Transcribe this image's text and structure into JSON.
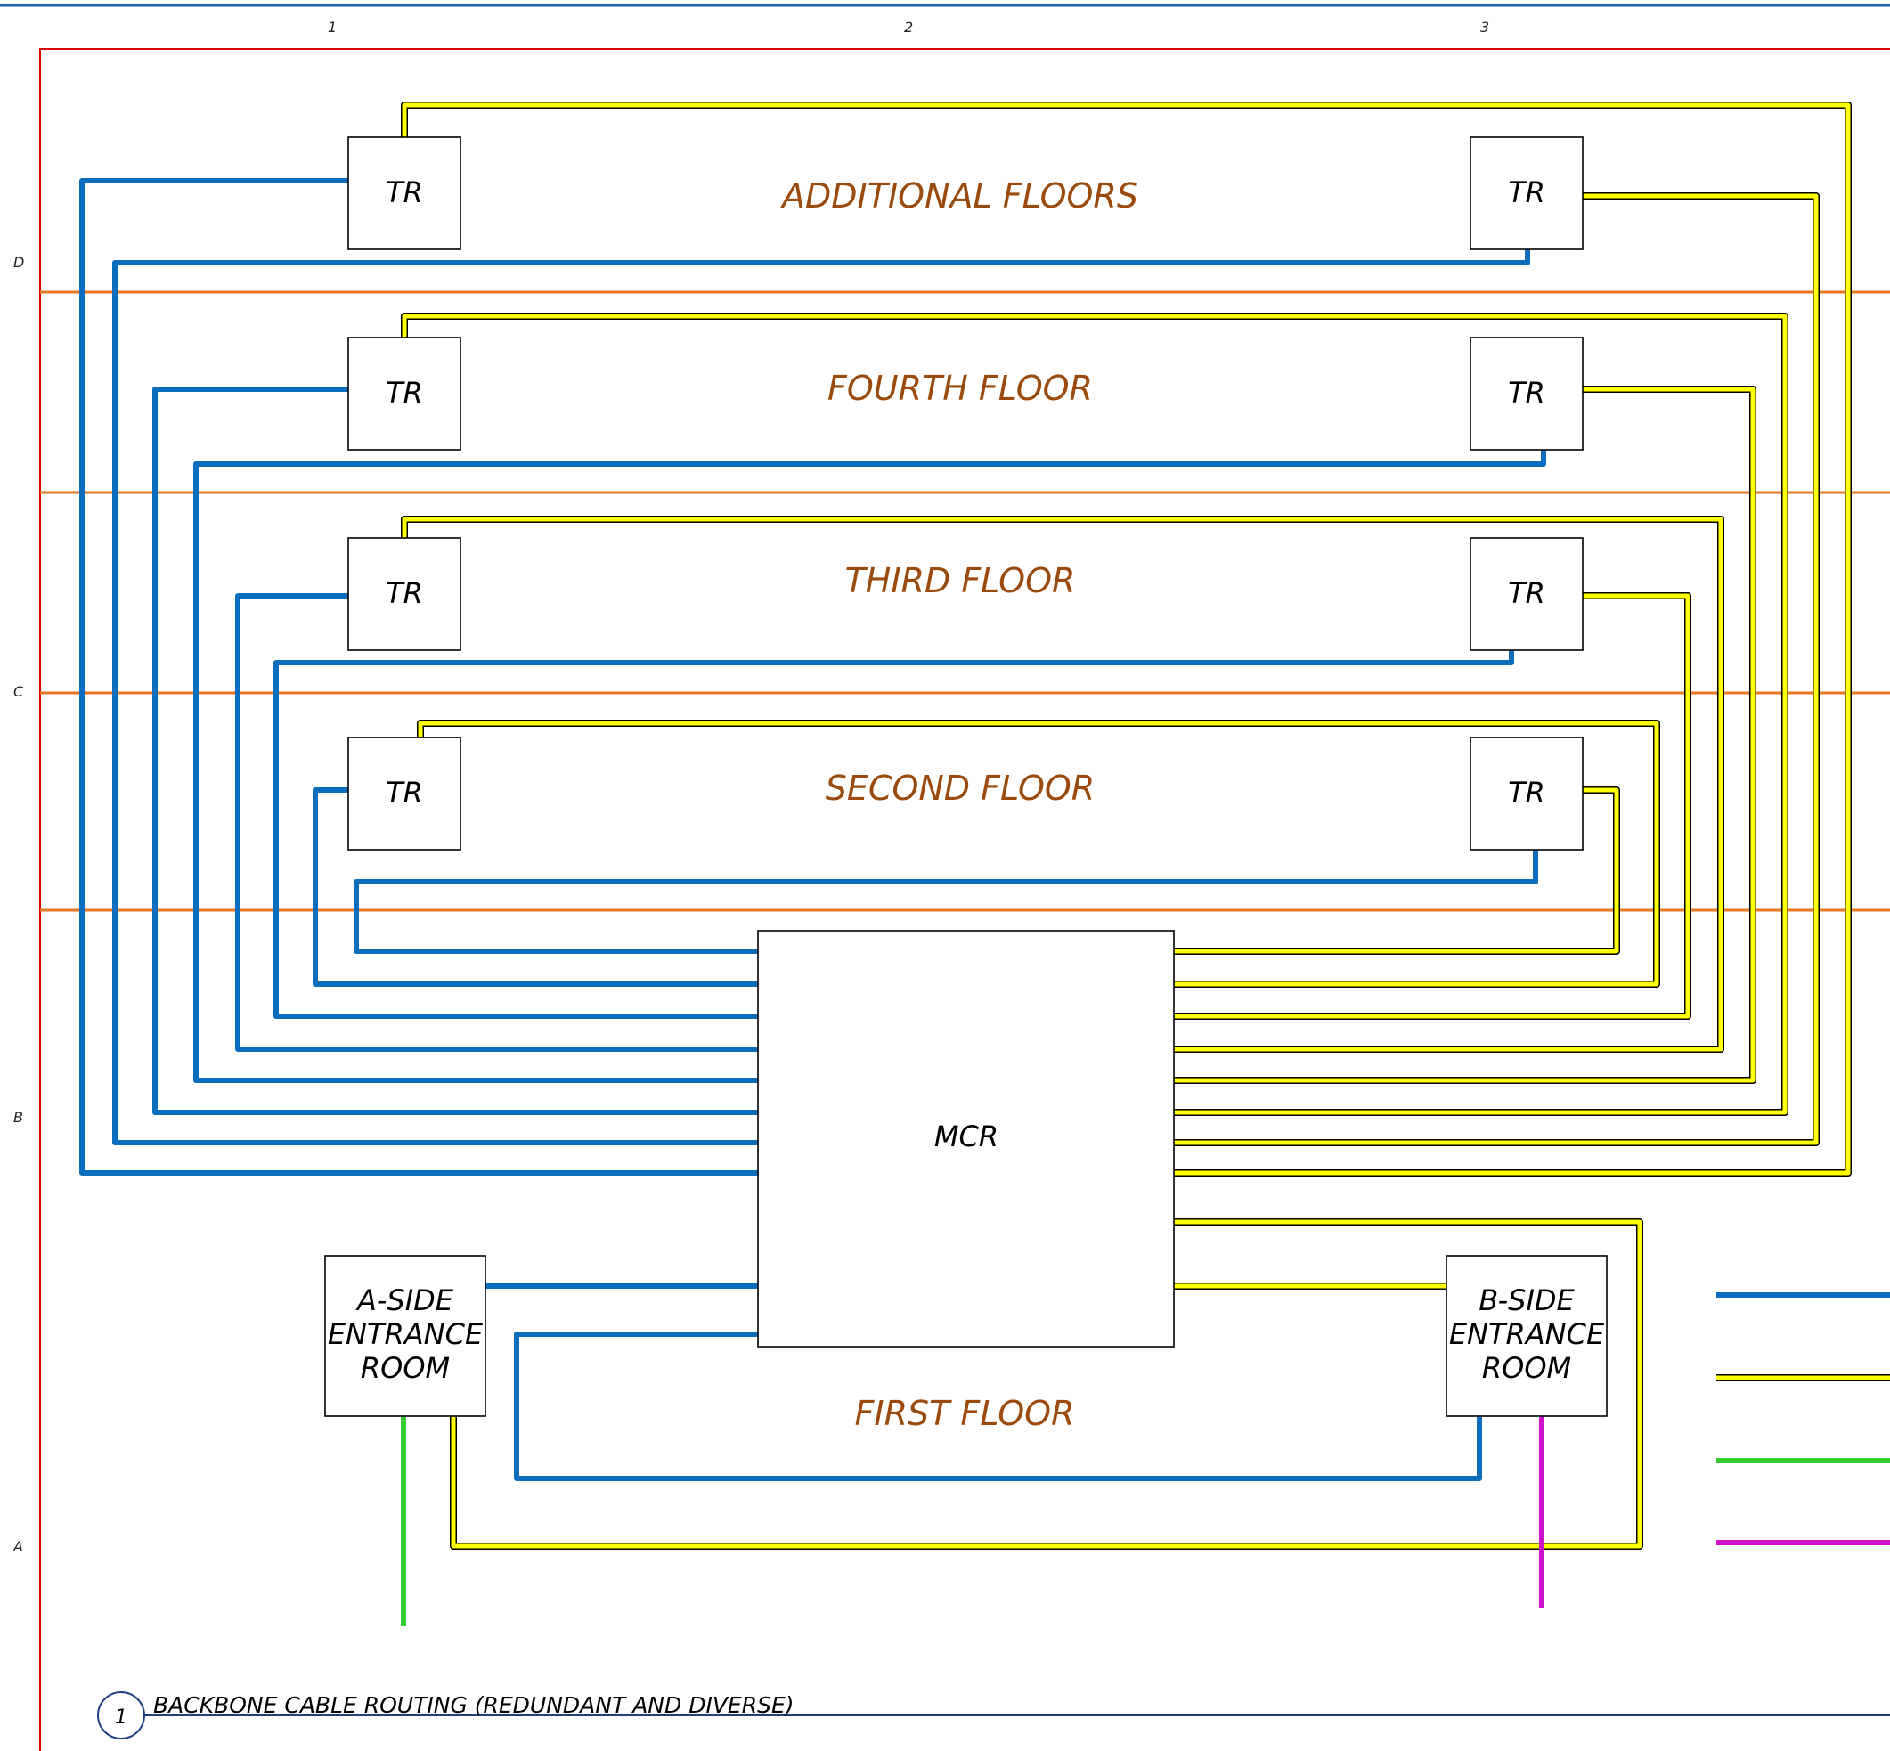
{
  "title": "BACKBONE CABLE ROUTING (REDUNDANT AND DIVERSE)",
  "detail_number": "1",
  "grid": {
    "columns": [
      "1",
      "2",
      "3"
    ],
    "rows": [
      "D",
      "C",
      "B",
      "A"
    ]
  },
  "floors": [
    {
      "id": "additional",
      "label": "ADDITIONAL FLOORS",
      "tr_left": "TR",
      "tr_right": "TR"
    },
    {
      "id": "fourth",
      "label": "FOURTH FLOOR",
      "tr_left": "TR",
      "tr_right": "TR"
    },
    {
      "id": "third",
      "label": "THIRD FLOOR",
      "tr_left": "TR",
      "tr_right": "TR"
    },
    {
      "id": "second",
      "label": "SECOND FLOOR",
      "tr_left": "TR",
      "tr_right": "TR"
    },
    {
      "id": "first",
      "label": "FIRST FLOOR"
    }
  ],
  "mcr_label": "MCR",
  "entrance_a": [
    "A-SIDE",
    "ENTRANCE",
    "ROOM"
  ],
  "entrance_b": [
    "B-SIDE",
    "ENTRANCE",
    "ROOM"
  ],
  "colors": {
    "blue_cable": "#0a6ebd",
    "yellow_cable": "#ffff00",
    "green_cable": "#33cc33",
    "magenta_cable": "#cc11cc",
    "floor_line": "#e87722",
    "floor_label": "#9a4a0c",
    "border_red": "#dd0000",
    "border_blue": "#1f5fb0"
  },
  "legend": [
    {
      "color_key": "blue_cable"
    },
    {
      "color_key": "yellow_cable"
    },
    {
      "color_key": "green_cable"
    },
    {
      "color_key": "magenta_cable"
    }
  ]
}
